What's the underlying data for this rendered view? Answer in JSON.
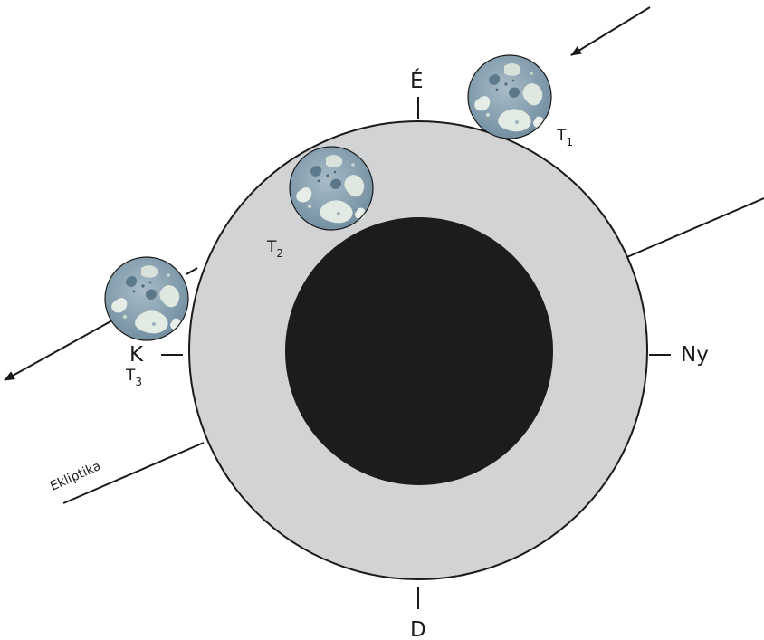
{
  "directions": {
    "north": "É",
    "south": "D",
    "east": "K",
    "west": "Ny"
  },
  "ecliptic_label": "Ekliptika",
  "moon_positions": [
    {
      "label": "T",
      "sub": "1"
    },
    {
      "label": "T",
      "sub": "2"
    },
    {
      "label": "T",
      "sub": "3"
    }
  ],
  "colors": {
    "penumbra": "#d2d3d5",
    "umbra": "#1d1b1c",
    "outline": "#1a1a1a",
    "moon_base": "#7f9aab",
    "moon_highlight": "#e4ece4"
  }
}
